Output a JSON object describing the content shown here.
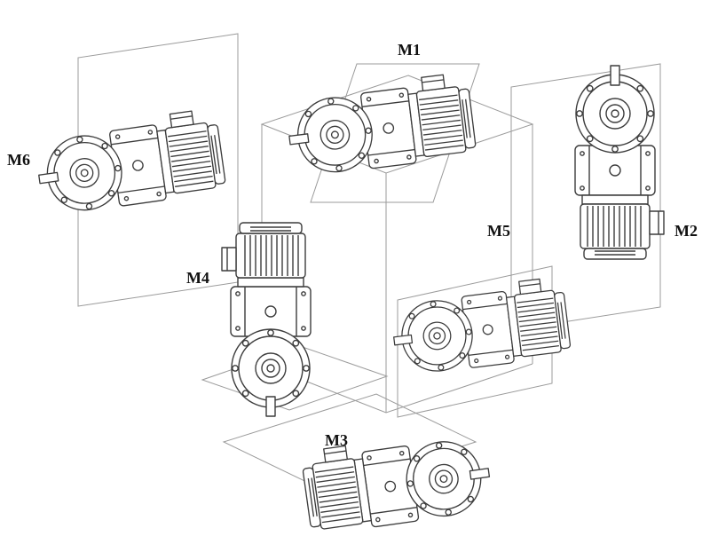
{
  "diagram_type": "gearmotor mounting positions",
  "labels": [
    {
      "text": "M1",
      "description": "horizontal gearmotor above top plane, output flange facing lower-left"
    },
    {
      "text": "M2",
      "description": "vertical gearmotor on right plane, output shaft pointing up, motor below"
    },
    {
      "text": "M3",
      "description": "horizontal gearmotor at bottom plane, output flange at right, motor at lower-left"
    },
    {
      "text": "M4",
      "description": "vertical gearmotor, motor on top, output shaft pointing down"
    },
    {
      "text": "M5",
      "description": "horizontal gearmotor on front plane, output flange facing lower-left"
    },
    {
      "text": "M6",
      "description": "horizontal gearmotor on left plane, output flange facing lower-left"
    }
  ],
  "colors": {
    "background": "#ffffff",
    "motor_line": "#3c3c3c",
    "plane_line": "#9b9b9b",
    "label_text": "#111111"
  }
}
